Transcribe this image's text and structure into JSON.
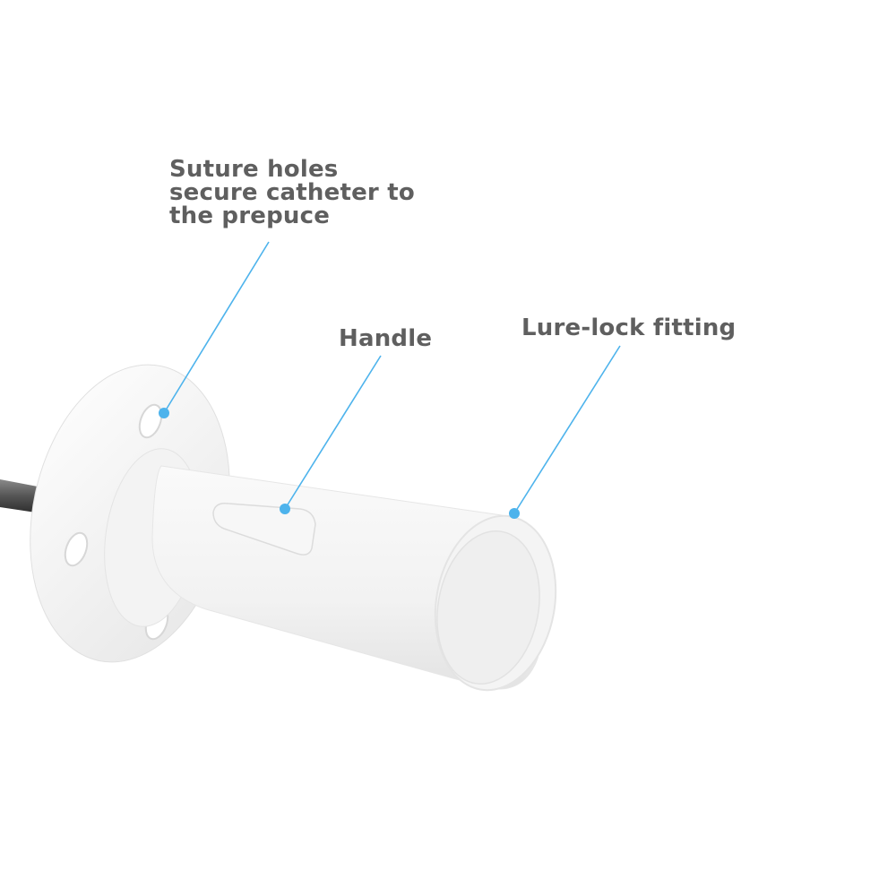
{
  "figure": {
    "subject": "Catheter hub with suture flange",
    "accent_color": "#4db3ec",
    "text_color": "#5f5f5f"
  },
  "callouts": [
    {
      "id": "suture-holes",
      "label": "Suture holes secure catheter to the prepuce",
      "lines": [
        "Suture holes",
        "secure catheter to",
        "the prepuce"
      ]
    },
    {
      "id": "handle",
      "label": "Handle"
    },
    {
      "id": "lure-lock",
      "label": "Lure-lock fitting"
    }
  ]
}
